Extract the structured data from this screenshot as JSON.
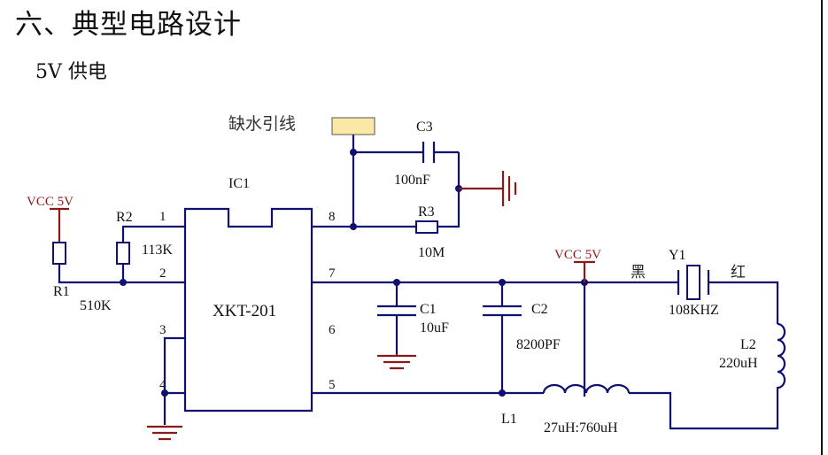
{
  "slide": {
    "title": "六、典型电路设计",
    "subtitle": "5V 供电"
  },
  "diagram": {
    "ic": {
      "ref": "IC1",
      "part": "XKT-201",
      "pins": [
        "1",
        "2",
        "3",
        "4",
        "5",
        "6",
        "7",
        "8"
      ]
    },
    "labels": {
      "vcc_left": "VCC  5V",
      "vcc_right": "VCC  5V",
      "r1": "R1",
      "r1_value": "510K",
      "r2": "R2",
      "r2_value": "113K",
      "r3": "R3",
      "r3_value": "10M",
      "c1": "C1",
      "c1_value": "10uF",
      "c2": "C2",
      "c2_value": "8200PF",
      "c3": "C3",
      "c3_value": "100nF",
      "y1": "Y1",
      "y1_value": "108KHZ",
      "l1": "L1",
      "l1_value": "27uH:760uH",
      "l2": "L2",
      "l2_value": "220uH",
      "water_wire": "缺水引线",
      "black": "黑",
      "red": "红"
    },
    "colors": {
      "wire": "#101070",
      "ground": "#8a1a1a",
      "junction": "#101070",
      "connector_fill": "#fbe8a6"
    }
  }
}
